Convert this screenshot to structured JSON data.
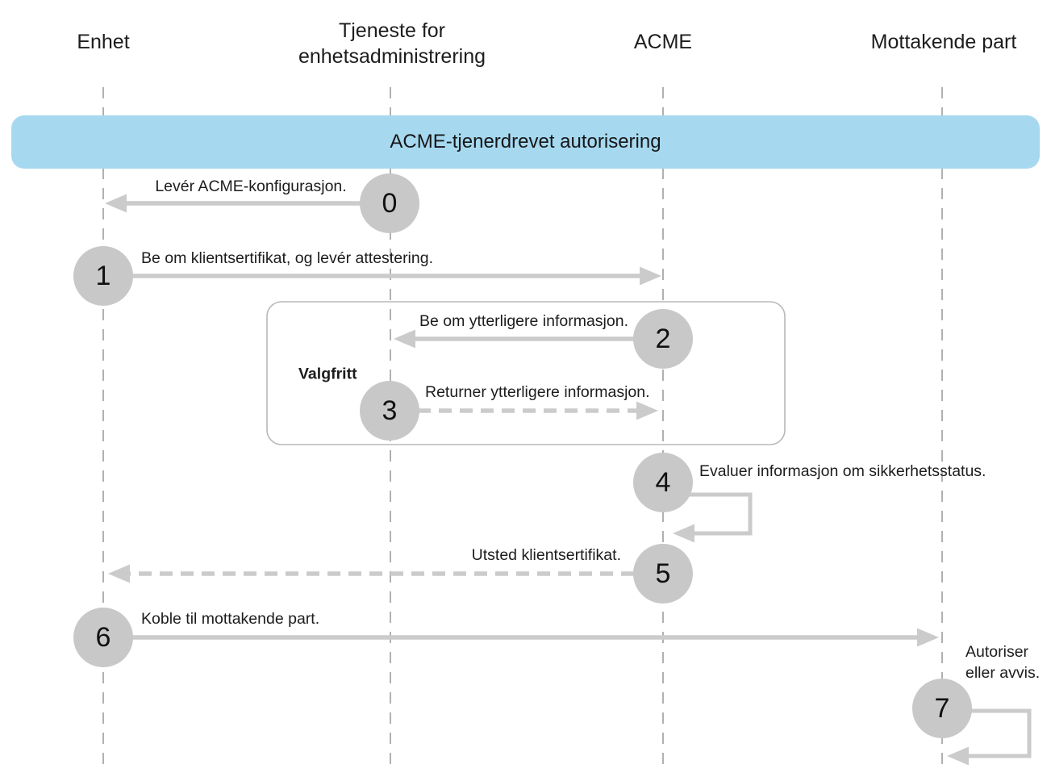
{
  "title": "ACME-tjenerdrevet autorisering",
  "diagram_type": "sequence-diagram",
  "actors": [
    {
      "name": "Enhet"
    },
    {
      "name": "Tjeneste for enhetsadministrering"
    },
    {
      "name": "ACME"
    },
    {
      "name": "Mottakende part"
    }
  ],
  "optional_group": {
    "label": "Valgfritt",
    "contains_steps": [
      "2",
      "3"
    ]
  },
  "steps": [
    {
      "number": "0",
      "label": "Levér ACME-konfigurasjon.",
      "from": "Tjeneste for enhetsadministrering",
      "to": "Enhet",
      "line_style": "solid"
    },
    {
      "number": "1",
      "label": "Be om klientsertifikat, og levér attestering.",
      "from": "Enhet",
      "to": "ACME",
      "line_style": "solid"
    },
    {
      "number": "2",
      "label": "Be om ytterligere informasjon.",
      "from": "ACME",
      "to": "Tjeneste for enhetsadministrering",
      "line_style": "solid"
    },
    {
      "number": "3",
      "label": "Returner ytterligere informasjon.",
      "from": "Tjeneste for enhetsadministrering",
      "to": "ACME",
      "line_style": "dashed"
    },
    {
      "number": "4",
      "label": "Evaluer informasjon om sikkerhetsstatus.",
      "from": "ACME",
      "to": "ACME",
      "line_style": "self-loop"
    },
    {
      "number": "5",
      "label": "Utsted klientsertifikat.",
      "from": "ACME",
      "to": "Enhet",
      "line_style": "dashed"
    },
    {
      "number": "6",
      "label": "Koble til mottakende part.",
      "from": "Enhet",
      "to": "Mottakende part",
      "line_style": "solid"
    },
    {
      "number": "7",
      "label": "Autoriser eller avvis.",
      "from": "Mottakende part",
      "to": "Mottakende part",
      "line_style": "self-loop"
    }
  ],
  "colors": {
    "banner_blue": "#a6d9f0",
    "circle_gray": "#c8c8c8",
    "arrow_gray": "#cbcbcb",
    "lifeline_gray": "#b1b1b1",
    "group_border_gray": "#b8b8b8",
    "text": "#1d1d1f",
    "background": "#ffffff"
  }
}
